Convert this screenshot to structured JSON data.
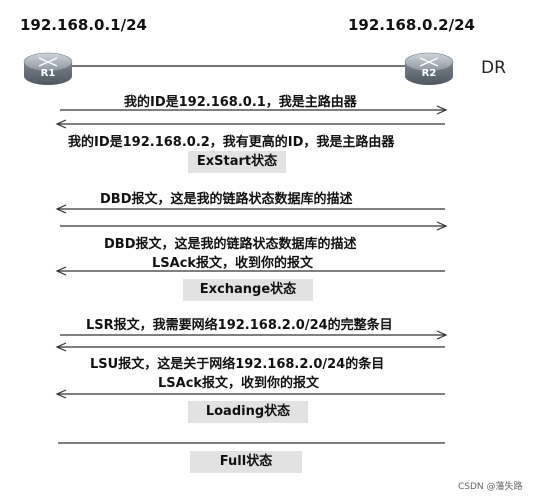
{
  "routers": {
    "r1": {
      "ip": "192.168.0.1/24",
      "label": "R1"
    },
    "r2": {
      "ip": "192.168.0.2/24",
      "label": "R2",
      "role": "DR"
    }
  },
  "messages": [
    {
      "text": "我的ID是192.168.0.1，我是主路由器",
      "direction": "right"
    },
    {
      "text": "我的ID是192.168.0.2，我有更高的ID，我是主路由器",
      "direction": "left"
    },
    {
      "text": "DBD报文，这是我的链路状态数据库的描述",
      "direction": "left"
    },
    {
      "text": "DBD报文，这是我的链路状态数据库的描述",
      "direction": "right"
    },
    {
      "text": "LSAck报文，收到你的报文",
      "direction": "left"
    },
    {
      "text": "LSR报文，我需要网络192.168.2.0/24的完整条目",
      "direction": "right"
    },
    {
      "text": "LSU报文，这是关于网络192.168.2.0/24的条目",
      "direction": "left"
    },
    {
      "text": "LSAck报文，收到你的报文",
      "direction": "left"
    }
  ],
  "states": [
    {
      "label": "ExStart状态"
    },
    {
      "label": "Exchange状态"
    },
    {
      "label": "Loading状态"
    },
    {
      "label": "Full状态"
    }
  ],
  "footer": "CSDN @藩失路"
}
